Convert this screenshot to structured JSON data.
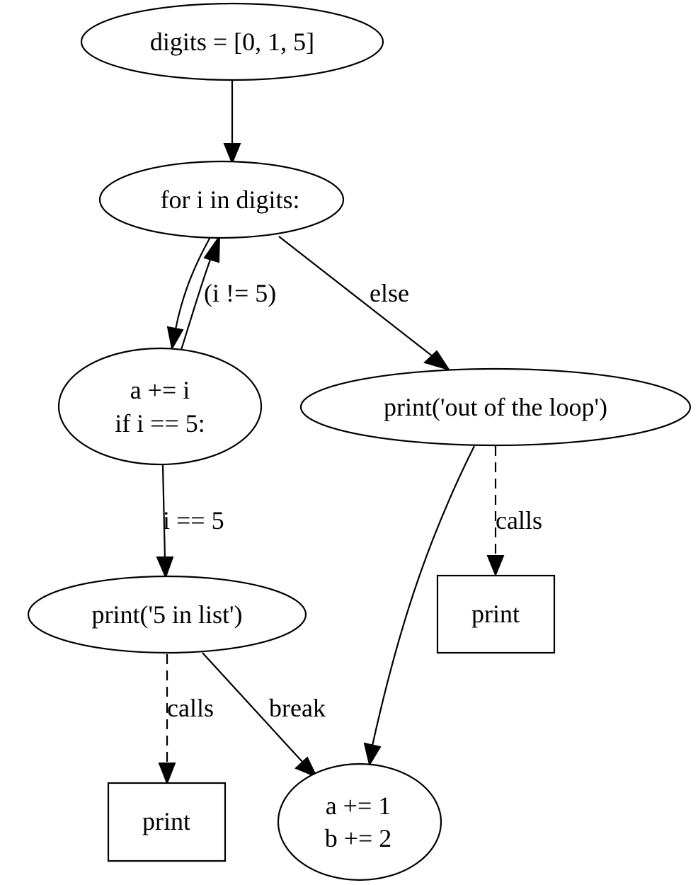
{
  "nodes": {
    "digits_assign": {
      "label": "digits = [0, 1, 5]"
    },
    "for_loop": {
      "label": "for i in digits:"
    },
    "loop_body": {
      "line1": "a += i",
      "line2": "if i == 5:"
    },
    "print_out_loop": {
      "label": "print('out of the loop')"
    },
    "print_5_in_list": {
      "label": "print('5 in list')"
    },
    "print_call_left": {
      "label": "print"
    },
    "print_call_right": {
      "label": "print"
    },
    "final_block": {
      "line1": "a += 1",
      "line2": "b += 2"
    }
  },
  "edges": {
    "loop_back": {
      "label": "(i != 5)"
    },
    "else_edge": {
      "label": "else"
    },
    "if_true": {
      "label": "i == 5"
    },
    "calls_right": {
      "label": "calls"
    },
    "calls_left": {
      "label": "calls"
    },
    "break_edge": {
      "label": "break"
    }
  }
}
